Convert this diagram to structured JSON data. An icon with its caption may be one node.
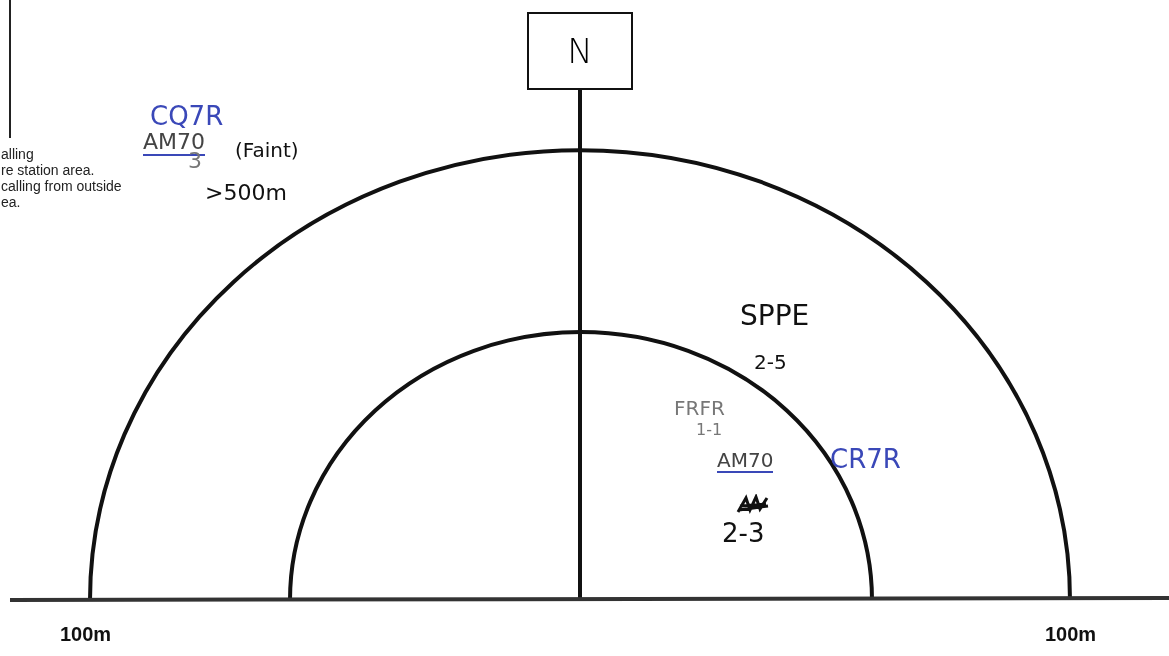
{
  "diagram": {
    "nodes": [
      {
        "text": [
          "N"
        ]
      }
    ],
    "labels": [
      "alling",
      "re station area.",
      "calling from outside",
      "ea.",
      "CQ7R",
      "AM70",
      "3",
      "(Faint)",
      ">500m",
      "SPPE",
      "2-5",
      "FRFR",
      "1-1",
      "AM70",
      "CR7R",
      "2-3",
      "100m",
      "100m"
    ]
  }
}
